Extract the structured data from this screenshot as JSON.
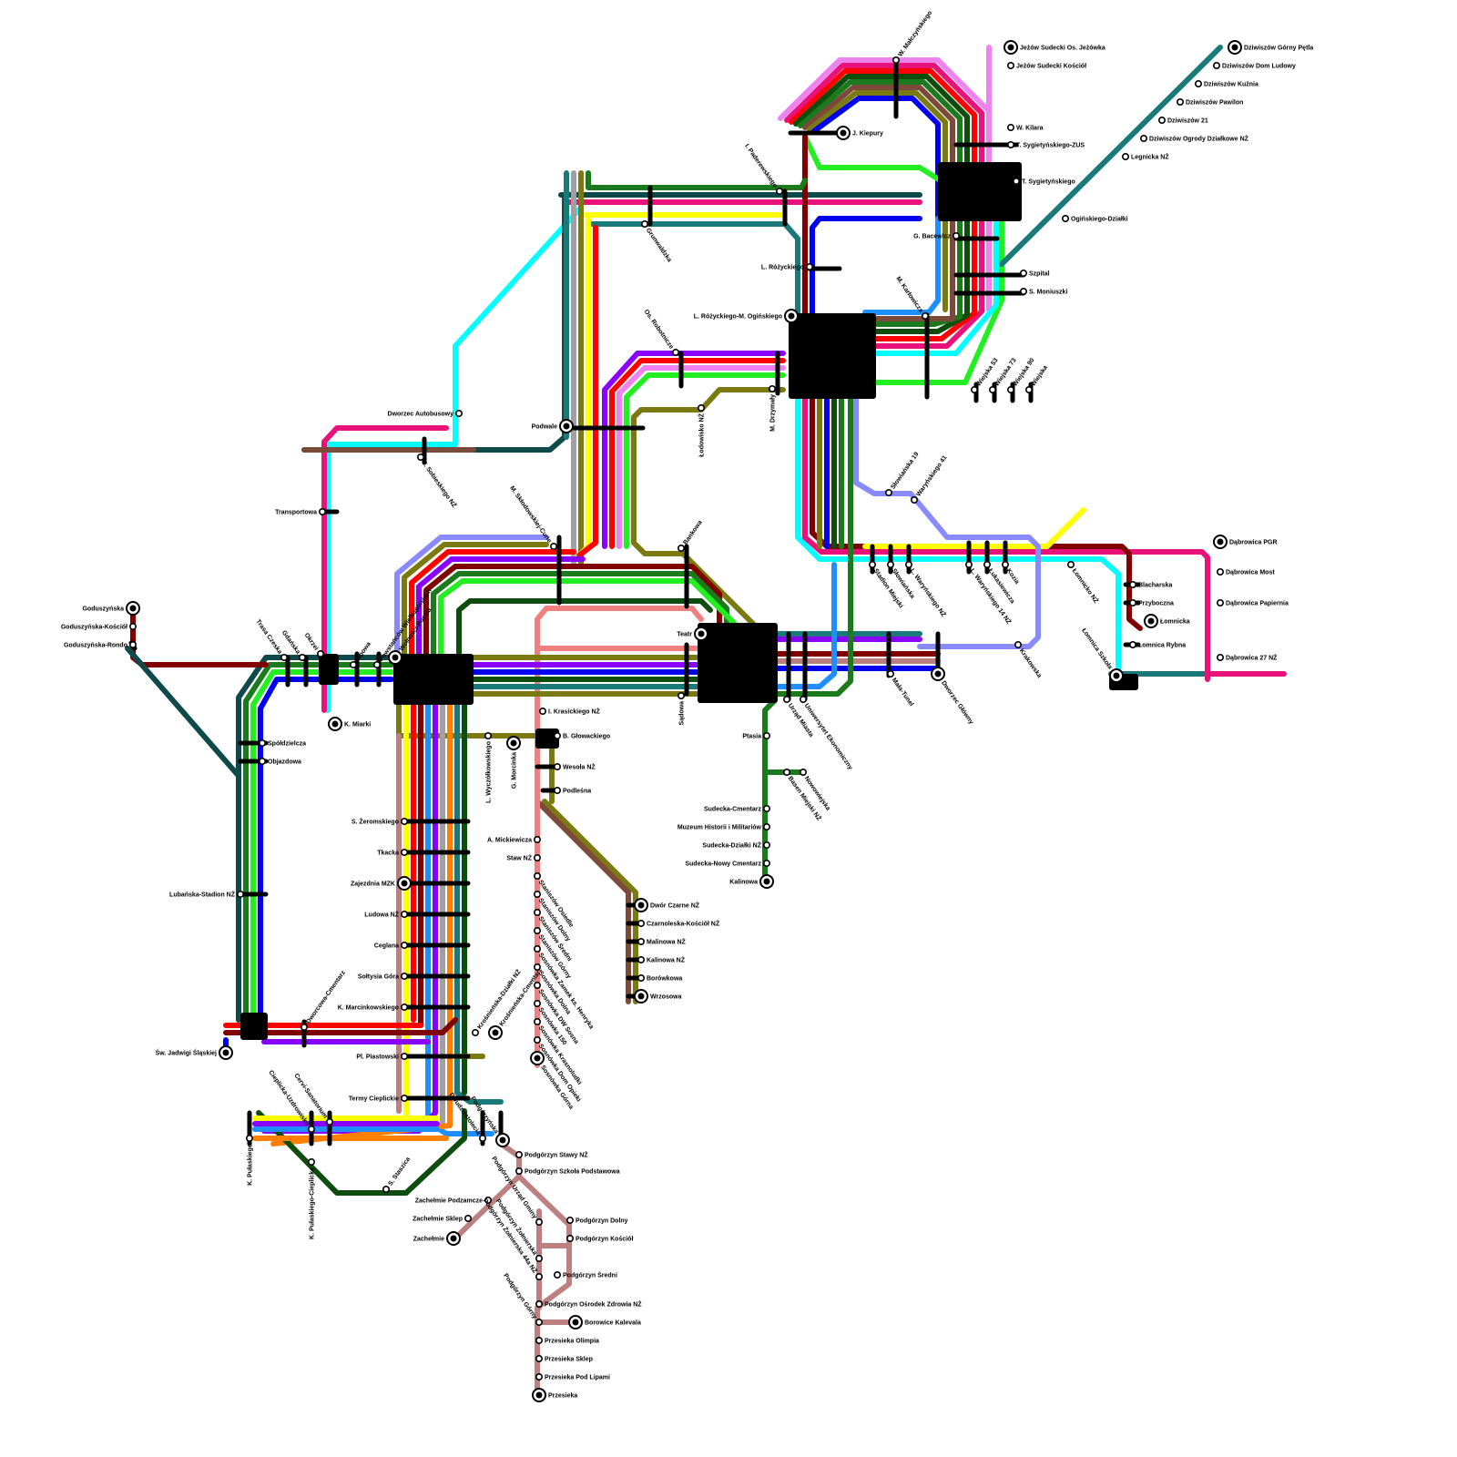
{
  "route_colors": {
    "pink": "#ee82ee",
    "magenta": "#e8127a",
    "red": "#ff0000",
    "darkred": "#800000",
    "brown": "#7b4a3a",
    "darkgreen": "#0d4d0d",
    "green": "#1b7a1b",
    "lime": "#22ee22",
    "olive": "#7a7a10",
    "yellow": "#ffff00",
    "blue": "#0000ee",
    "azure": "#1f8fff",
    "cyan": "#00ffff",
    "teal": "#1a7a7a",
    "darkteal": "#0e4a4a",
    "violet": "#8a00ff",
    "lavender": "#8a8aff",
    "orange": "#ff8000",
    "salmon": "#f08080",
    "rosybrown": "#bc8080",
    "grey": "#a0a0a0"
  },
  "stations": [
    {
      "id": "s1",
      "name": "Jeżów Sudecki Os. Jeżówka",
      "terminal": true
    },
    {
      "id": "s2",
      "name": "Jeżów Sudecki Kościół"
    },
    {
      "id": "s3",
      "name": "W. Kilara"
    },
    {
      "id": "s4",
      "name": "T. Sygietyńskiego-ZUS"
    },
    {
      "id": "s5",
      "name": "T. Sygietyńskiego"
    },
    {
      "id": "s6",
      "name": "W. Małczyńskiego"
    },
    {
      "id": "s7",
      "name": "J. Kiepury",
      "terminal": true
    },
    {
      "id": "s8",
      "name": "I. Paderewskiego"
    },
    {
      "id": "s9",
      "name": "Grunwaldzka"
    },
    {
      "id": "s10",
      "name": "L. Różyckiego"
    },
    {
      "id": "s11",
      "name": "G. Bacewicz"
    },
    {
      "id": "s12",
      "name": "Szpital"
    },
    {
      "id": "s13",
      "name": "S. Moniuszki"
    },
    {
      "id": "s14",
      "name": "L. Różyckiego-M. Ogińskiego",
      "terminal": true
    },
    {
      "id": "s15",
      "name": "M. Karłowicza"
    },
    {
      "id": "s16",
      "name": "Os. Robotnicze"
    },
    {
      "id": "s17",
      "name": "M. Drzymały"
    },
    {
      "id": "s18",
      "name": "Łodowisko NŻ"
    },
    {
      "id": "s19",
      "name": "Wiejska 53"
    },
    {
      "id": "s20",
      "name": "Wiejska 73"
    },
    {
      "id": "s21",
      "name": "Wiejska 90"
    },
    {
      "id": "s22",
      "name": "Wiejska"
    },
    {
      "id": "s23",
      "name": "Dziwiszów Górny Pętla",
      "terminal": true
    },
    {
      "id": "s24",
      "name": "Dziwiszów Dom Ludowy"
    },
    {
      "id": "s25",
      "name": "Dziwiszów Kuźnia"
    },
    {
      "id": "s26",
      "name": "Dziwiszów Pawilon"
    },
    {
      "id": "s27",
      "name": "Dziwiszów 21"
    },
    {
      "id": "s28",
      "name": "Dziwiszów Ogrody Działkowe NŻ"
    },
    {
      "id": "s29",
      "name": "Legnicka NŻ"
    },
    {
      "id": "s30",
      "name": "Ogińskiego-Działki"
    },
    {
      "id": "s31",
      "name": "Dworzec Autobusowy"
    },
    {
      "id": "s32",
      "name": "Podwale",
      "terminal": true
    },
    {
      "id": "s33",
      "name": "J. Sobieskiego NŻ"
    },
    {
      "id": "s34",
      "name": "Transportowa"
    },
    {
      "id": "s35",
      "name": "M. Skłodowskiej-Curie"
    },
    {
      "id": "s36",
      "name": "Bankowa"
    },
    {
      "id": "s37",
      "name": "Teatr",
      "terminal": true
    },
    {
      "id": "s38",
      "name": "Sądowa"
    },
    {
      "id": "s39",
      "name": "Słowiańska 19"
    },
    {
      "id": "s40",
      "name": "Waryńskiego 41"
    },
    {
      "id": "s41",
      "name": "Stadion Miejski"
    },
    {
      "id": "s42",
      "name": "Słowiańska"
    },
    {
      "id": "s43",
      "name": "L. Waryńskiego NŻ"
    },
    {
      "id": "s44",
      "name": "L. Waryńskiego 14 NŻ"
    },
    {
      "id": "s45",
      "name": "Łukasiewicza"
    },
    {
      "id": "s46",
      "name": "Kozia"
    },
    {
      "id": "s47",
      "name": "Łomnicko NŻ"
    },
    {
      "id": "s48",
      "name": "Blacharska"
    },
    {
      "id": "s49",
      "name": "Przyboczna"
    },
    {
      "id": "s50",
      "name": "Łomnicka",
      "terminal": true
    },
    {
      "id": "s51",
      "name": "Łomnica Rybna"
    },
    {
      "id": "s52",
      "name": "Łomnica Szkoła",
      "terminal": true
    },
    {
      "id": "s53",
      "name": "Dąbrowica PGR",
      "terminal": true
    },
    {
      "id": "s54",
      "name": "Dąbrowica Most"
    },
    {
      "id": "s55",
      "name": "Dąbrowica Papiernia"
    },
    {
      "id": "s56",
      "name": "Dąbrowica 27 NŻ"
    },
    {
      "id": "s57",
      "name": "Krakowska"
    },
    {
      "id": "s58",
      "name": "Dworzec Główny",
      "terminal": true
    },
    {
      "id": "s59",
      "name": "Mała-Tunel"
    },
    {
      "id": "s60",
      "name": "Urząd Miasta"
    },
    {
      "id": "s61",
      "name": "Uniwersytet Ekonomiczny"
    },
    {
      "id": "s62",
      "name": "Ptasia"
    },
    {
      "id": "s63",
      "name": "Nowowiejska"
    },
    {
      "id": "s64",
      "name": "Basen Miejski NŻ"
    },
    {
      "id": "s65",
      "name": "Sudecka-Cmentarz"
    },
    {
      "id": "s66",
      "name": "Muzeum Historii i Militariów"
    },
    {
      "id": "s67",
      "name": "Sudecka-Działki NŻ"
    },
    {
      "id": "s68",
      "name": "Sudecka-Nowy Cmentarz"
    },
    {
      "id": "s69",
      "name": "Kalinowa",
      "terminal": true
    },
    {
      "id": "s70",
      "name": "Goduszyńska",
      "terminal": true
    },
    {
      "id": "s71",
      "name": "Goduszyńska-Kościół"
    },
    {
      "id": "s72",
      "name": "Goduszyńska-Rondo"
    },
    {
      "id": "s73",
      "name": "Trasa Czeska"
    },
    {
      "id": "s74",
      "name": "Gdańska"
    },
    {
      "id": "s75",
      "name": "Okrzei"
    },
    {
      "id": "s76",
      "name": "Lipowa"
    },
    {
      "id": "s77",
      "name": "Powstańców Wielkopolskich"
    },
    {
      "id": "s78",
      "name": "Wolności-Poczta",
      "terminal": true
    },
    {
      "id": "s79",
      "name": "K. Miarki",
      "terminal": true
    },
    {
      "id": "s80",
      "name": "Spółdzielcza"
    },
    {
      "id": "s81",
      "name": "Objazdowa"
    },
    {
      "id": "s82",
      "name": "Lubańska-Stadion NŻ"
    },
    {
      "id": "s83",
      "name": "Dworcowa-Cmentarz"
    },
    {
      "id": "s84",
      "name": "Św. Jadwigi Śląskiej",
      "terminal": true
    },
    {
      "id": "s85",
      "name": "I. Krasickiego NŻ"
    },
    {
      "id": "s86",
      "name": "B. Głowackiego"
    },
    {
      "id": "s87",
      "name": "L. Wyczółkowskiego"
    },
    {
      "id": "s88",
      "name": "G. Morcinka",
      "terminal": true
    },
    {
      "id": "s89",
      "name": "Wesoła NŻ"
    },
    {
      "id": "s90",
      "name": "Podleśna"
    },
    {
      "id": "s91",
      "name": "A. Mickiewicza"
    },
    {
      "id": "s92",
      "name": "Staw NŻ"
    },
    {
      "id": "s93",
      "name": "Staniszów Osiedle"
    },
    {
      "id": "s94",
      "name": "Staniszów Dolny"
    },
    {
      "id": "s95",
      "name": "Staniszów Średni"
    },
    {
      "id": "s96",
      "name": "Staniszów Górny"
    },
    {
      "id": "s97",
      "name": "Sosnówka Zamek ks. Henryka"
    },
    {
      "id": "s98",
      "name": "Sosnówka Dolna"
    },
    {
      "id": "s99",
      "name": "Sosnówka DW Sosna"
    },
    {
      "id": "s100",
      "name": "Sosnówka 150"
    },
    {
      "id": "s101",
      "name": "Sosnówka Krasnoludki"
    },
    {
      "id": "s102",
      "name": "Sosnówka Dom Opieki"
    },
    {
      "id": "s103",
      "name": "Sosnówka Górna",
      "terminal": true
    },
    {
      "id": "s104",
      "name": "Dwór Czarne NŻ",
      "terminal": true
    },
    {
      "id": "s105",
      "name": "Czarnoleska-Kościół NŻ"
    },
    {
      "id": "s106",
      "name": "Malinowa NŻ"
    },
    {
      "id": "s107",
      "name": "Kalinowa NŻ"
    },
    {
      "id": "s108",
      "name": "Borówkowa"
    },
    {
      "id": "s109",
      "name": "Wrzosowa",
      "terminal": true
    },
    {
      "id": "s110",
      "name": "S. Żeromskiego"
    },
    {
      "id": "s111",
      "name": "Tkacka"
    },
    {
      "id": "s112",
      "name": "Zajezdnia MZK",
      "terminal": true
    },
    {
      "id": "s113",
      "name": "Ludowa NŻ"
    },
    {
      "id": "s114",
      "name": "Ceglana"
    },
    {
      "id": "s115",
      "name": "Sołtysia Góra"
    },
    {
      "id": "s116",
      "name": "K. Marcinkowskiego"
    },
    {
      "id": "s117",
      "name": "Krośnieńska-Działki NŻ"
    },
    {
      "id": "s118",
      "name": "Krośnieńska-Cmentarz",
      "terminal": true
    },
    {
      "id": "s119",
      "name": "Pl. Piastowski"
    },
    {
      "id": "s120",
      "name": "Termy Cieplickie"
    },
    {
      "id": "s121",
      "name": "K. Pułaskiego"
    },
    {
      "id": "s122",
      "name": "Cieplicka-Uzdrowisko"
    },
    {
      "id": "s123",
      "name": "Cervi-Sanatorium"
    },
    {
      "id": "s124",
      "name": "K. Pułaskiego-Cieplicka"
    },
    {
      "id": "s125",
      "name": "S. Staszica"
    },
    {
      "id": "s126",
      "name": "Dwudziestolecia"
    },
    {
      "id": "s127",
      "name": "Podgórzyńska",
      "terminal": true
    },
    {
      "id": "s128",
      "name": "Podgórzyn Stawy NŻ"
    },
    {
      "id": "s129",
      "name": "Podgórzyn Szkoła Podstawowa"
    },
    {
      "id": "s130",
      "name": "Zachełmie Podzamcze"
    },
    {
      "id": "s131",
      "name": "Zachełmie Sklep"
    },
    {
      "id": "s132",
      "name": "Zachełmie",
      "terminal": true
    },
    {
      "id": "s133",
      "name": "Podgórzyn Dolny"
    },
    {
      "id": "s134",
      "name": "Podgórzyn Kościół"
    },
    {
      "id": "s135",
      "name": "Podgórzyn Urząd Gminy"
    },
    {
      "id": "s136",
      "name": "Podgórzyn Żołnierska"
    },
    {
      "id": "s137",
      "name": "Podgórzyn Średni"
    },
    {
      "id": "s138",
      "name": "Podgórzyn Żołnierska 44a NŻ"
    },
    {
      "id": "s139",
      "name": "Podgórzyn Ośrodek Zdrowia NŻ"
    },
    {
      "id": "s140",
      "name": "Podgórzyn Górny"
    },
    {
      "id": "s141",
      "name": "Borowice Kalevala",
      "terminal": true
    },
    {
      "id": "s142",
      "name": "Przesieka Olimpia"
    },
    {
      "id": "s143",
      "name": "Przesieka Sklep"
    },
    {
      "id": "s144",
      "name": "Przesieka Pod Lipami"
    },
    {
      "id": "s145",
      "name": "Przesieka",
      "terminal": true
    }
  ]
}
